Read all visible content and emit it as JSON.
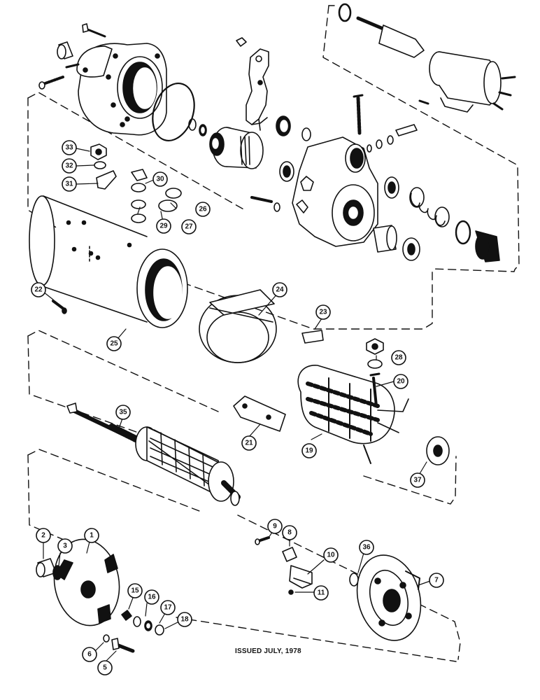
{
  "footer": {
    "issued": "ISSUED JULY, 1978"
  },
  "colors": {
    "ink": "#111111",
    "paper": "#ffffff"
  },
  "callouts": [
    {
      "id": "c33",
      "text": "33"
    },
    {
      "id": "c32",
      "text": "32"
    },
    {
      "id": "c31",
      "text": "31"
    },
    {
      "id": "c30",
      "text": "30"
    },
    {
      "id": "c29",
      "text": "29"
    },
    {
      "id": "c27",
      "text": "27"
    },
    {
      "id": "c26",
      "text": "26"
    },
    {
      "id": "c22",
      "text": "22"
    },
    {
      "id": "c25",
      "text": "25"
    },
    {
      "id": "c24",
      "text": "24"
    },
    {
      "id": "c23",
      "text": "23"
    },
    {
      "id": "c28",
      "text": "28"
    },
    {
      "id": "c20",
      "text": "20"
    },
    {
      "id": "c21",
      "text": "21"
    },
    {
      "id": "c19",
      "text": "19"
    },
    {
      "id": "c35",
      "text": "35"
    },
    {
      "id": "c37",
      "text": "37"
    },
    {
      "id": "c9",
      "text": "9"
    },
    {
      "id": "c8",
      "text": "8"
    },
    {
      "id": "c10",
      "text": "10"
    },
    {
      "id": "c11",
      "text": "11"
    },
    {
      "id": "c36",
      "text": "36"
    },
    {
      "id": "c7",
      "text": "7"
    },
    {
      "id": "c2",
      "text": "2"
    },
    {
      "id": "c3",
      "text": "3"
    },
    {
      "id": "c1",
      "text": "1"
    },
    {
      "id": "c15",
      "text": "15"
    },
    {
      "id": "c16",
      "text": "16"
    },
    {
      "id": "c17",
      "text": "17"
    },
    {
      "id": "c18",
      "text": "18"
    },
    {
      "id": "c6",
      "text": "6"
    },
    {
      "id": "c5",
      "text": "5"
    }
  ]
}
